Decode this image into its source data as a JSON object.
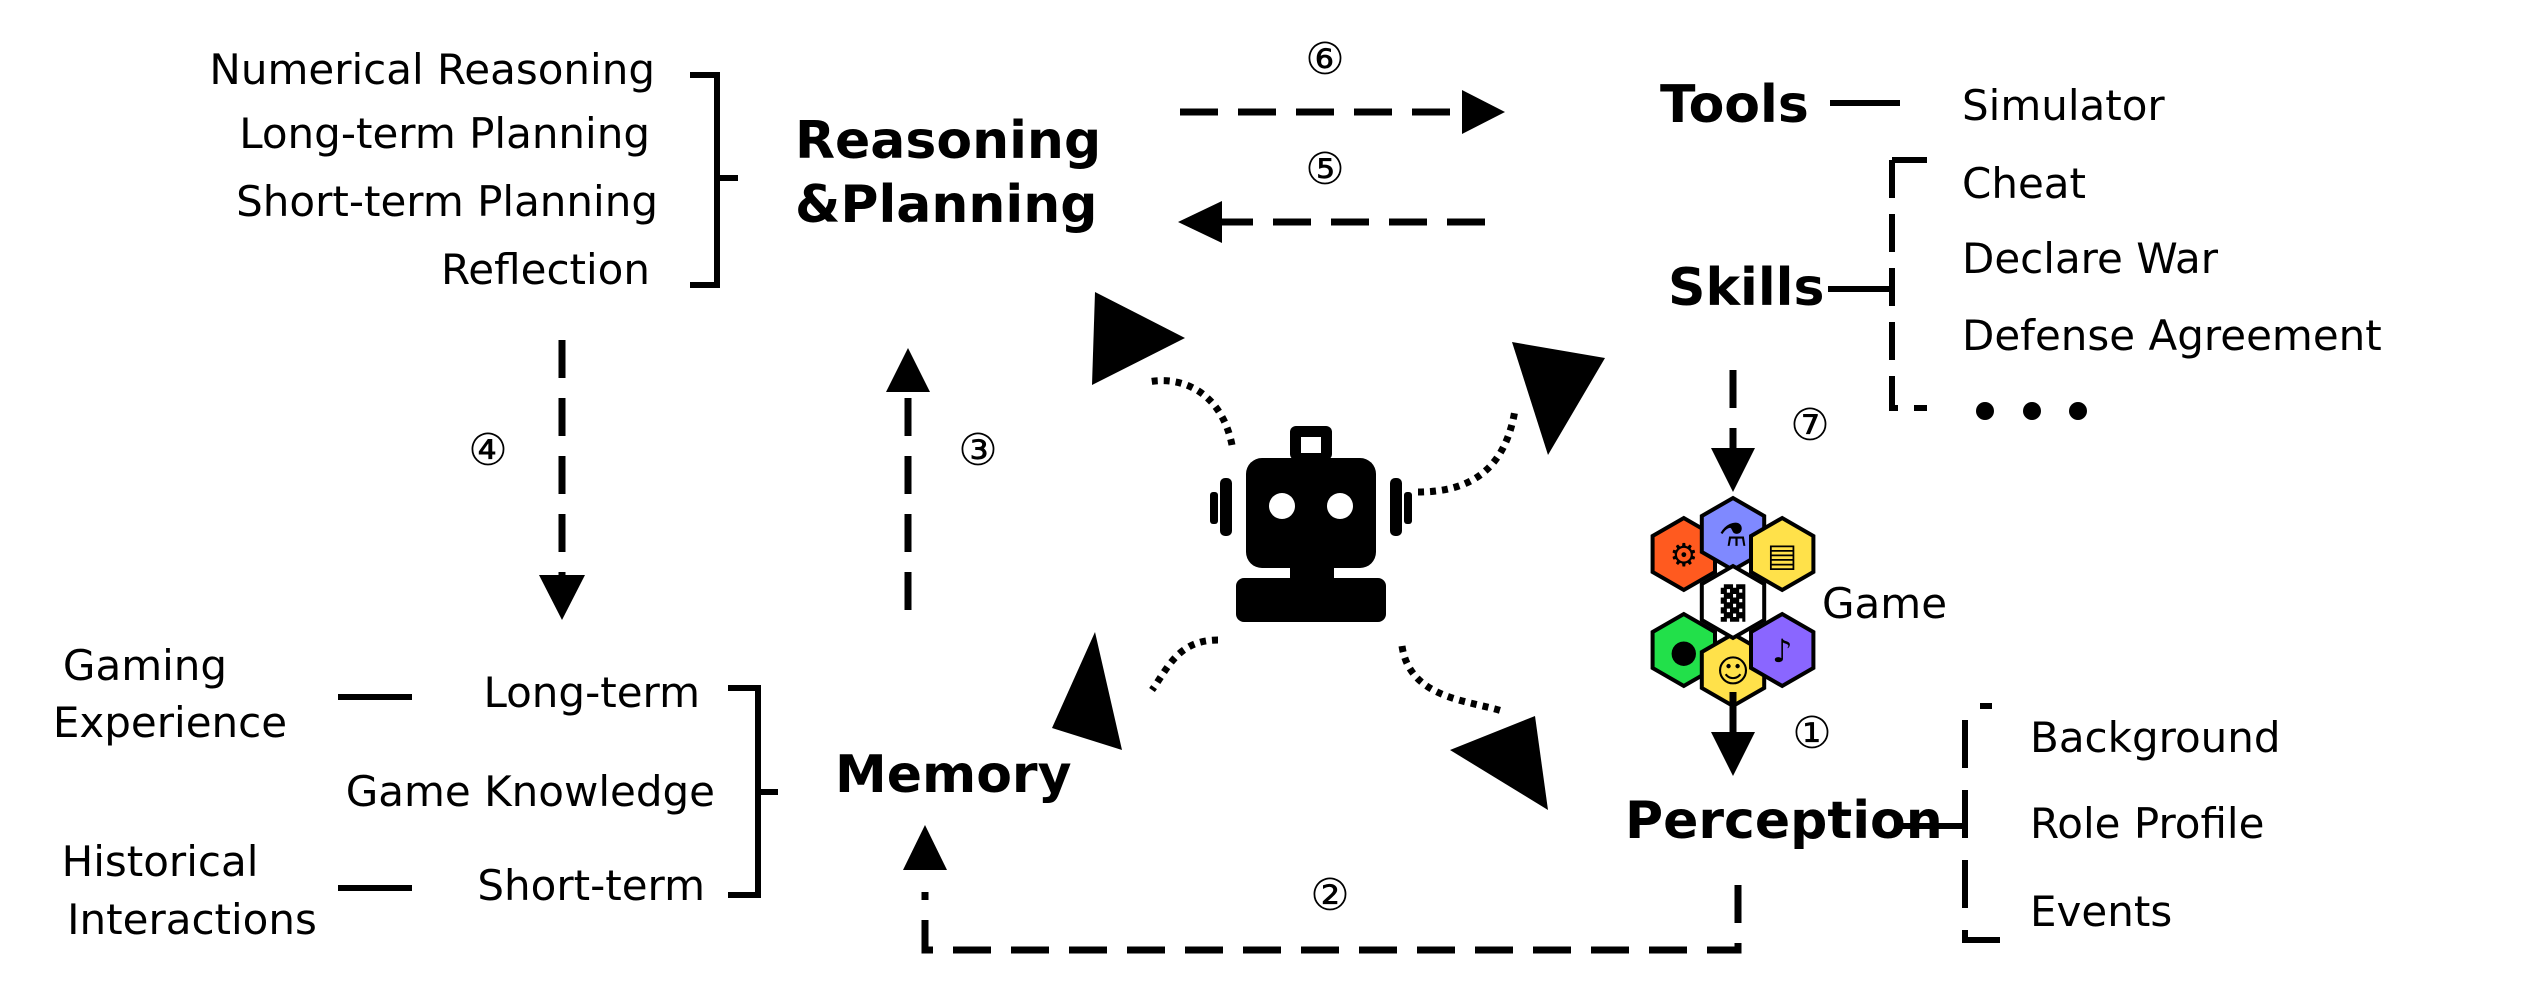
{
  "planning": {
    "items": [
      "Numerical Reasoning",
      "Long-term Planning",
      "Short-term Planning",
      "Reflection"
    ],
    "title_line1": "Reasoning",
    "title_line2": "&Planning"
  },
  "tools": {
    "title": "Tools",
    "item": "Simulator"
  },
  "skills": {
    "title": "Skills",
    "items": [
      "Cheat",
      "Declare War",
      "Defense Agreement"
    ]
  },
  "game": {
    "title": "Game"
  },
  "perception": {
    "title": "Perception",
    "items": [
      "Background",
      "Role Profile",
      "Events"
    ]
  },
  "memory": {
    "title": "Memory",
    "long_term": "Long-term",
    "game_knowledge": "Game Knowledge",
    "short_term": "Short-term",
    "gaming_experience": [
      "Gaming",
      "Experience"
    ],
    "historical_interactions": [
      "Historical",
      "Interactions"
    ]
  },
  "steps": [
    "①",
    "②",
    "③",
    "④",
    "⑤",
    "⑥",
    "⑦"
  ],
  "hex_colors": [
    "#ff5a1f",
    "#7f89ff",
    "#ffe14a",
    "#22e04a",
    "#ffe14a",
    "#8a66ff",
    "#ffffff"
  ],
  "hex_icons": [
    "gear-icon",
    "flask-icon",
    "gold-bars-icon",
    "apple-icon",
    "smiley-icon",
    "music-note-icon",
    "city-icon"
  ]
}
